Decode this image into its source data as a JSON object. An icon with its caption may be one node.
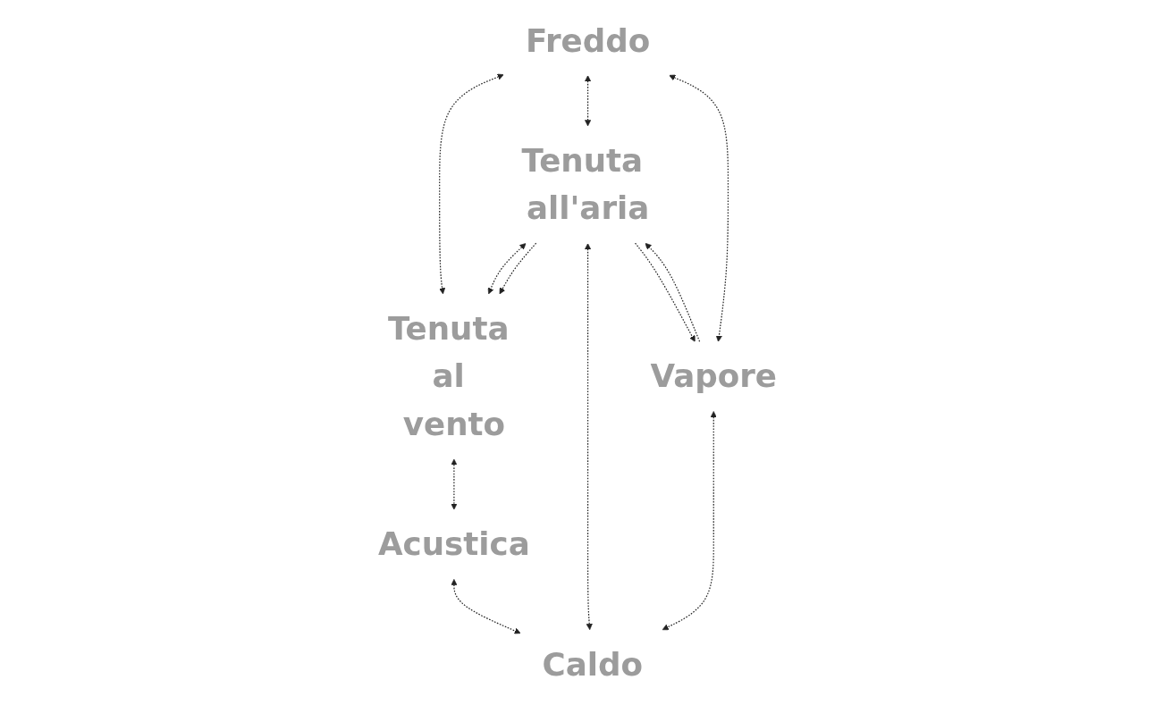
{
  "diagram": {
    "nodes": [
      {
        "text": [
          "Freddo"
        ]
      },
      {
        "text": [
          "Tenuta al vento"
        ]
      },
      {
        "text": [
          "Tenuta all'aria"
        ]
      },
      {
        "text": [
          "Acustica"
        ]
      },
      {
        "text": [
          "Vapore"
        ]
      },
      {
        "text": [
          "Caldo"
        ]
      }
    ],
    "edges": [
      {
        "from": 0,
        "to": 1,
        "arrow": "both",
        "style": "dashed"
      },
      {
        "from": 0,
        "to": 2,
        "arrow": "both",
        "style": "dashed"
      },
      {
        "from": 2,
        "to": 1,
        "arrow": "both",
        "style": "dashed"
      },
      {
        "from": 2,
        "to": 1,
        "arrow": "to",
        "style": "dashed"
      },
      {
        "from": 1,
        "to": 3,
        "arrow": "both",
        "style": "dashed"
      },
      {
        "from": 0,
        "to": 4,
        "arrow": "both",
        "style": "dashed"
      },
      {
        "from": 4,
        "to": 2,
        "arrow": "to",
        "style": "dashed"
      },
      {
        "from": 2,
        "to": 5,
        "arrow": "both",
        "style": "dashed"
      },
      {
        "from": 2,
        "to": 4,
        "arrow": "to",
        "style": "dashed"
      },
      {
        "from": 4,
        "to": 5,
        "arrow": "both",
        "style": "dashed"
      },
      {
        "from": 3,
        "to": 5,
        "arrow": "both",
        "style": "dashed"
      }
    ]
  }
}
